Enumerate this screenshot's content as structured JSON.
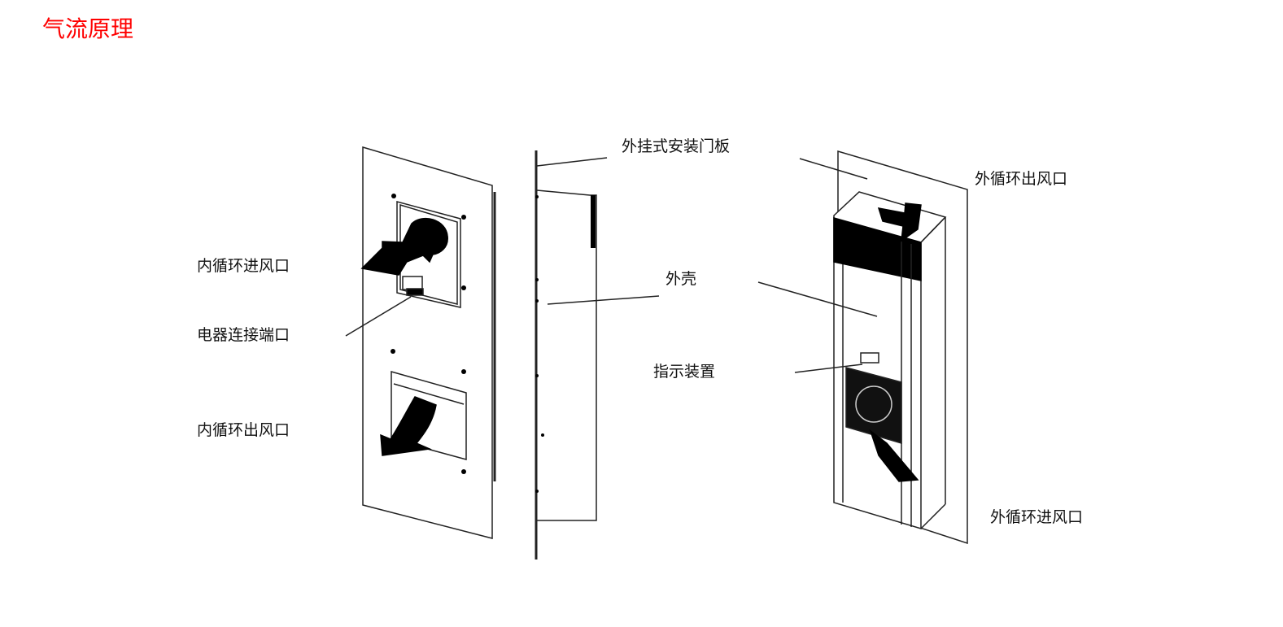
{
  "title": "气流原理",
  "title_color": "#ff0000",
  "labels": {
    "door_panel": "外挂式安装门板",
    "ext_outlet": "外循环出风口",
    "int_inlet": "内循环进风口",
    "shell": "外壳",
    "electrical_port": "电器连接端口",
    "indicator": "指示装置",
    "int_outlet": "内循环出风口",
    "ext_inlet": "外循环进风口"
  }
}
